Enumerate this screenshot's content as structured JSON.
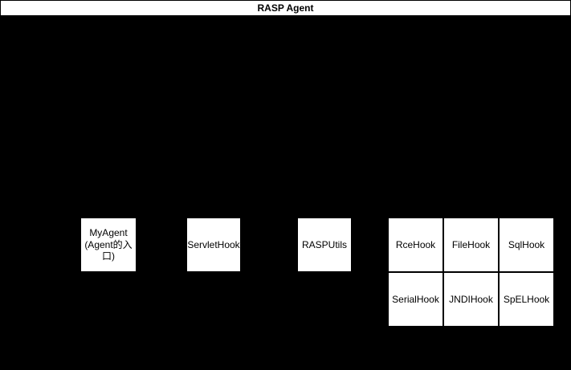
{
  "diagram": {
    "title": "RASP Agent",
    "colors": {
      "background": "#000000",
      "node_fill": "#ffffff",
      "node_stroke": "#000000",
      "text": "#000000"
    },
    "nodes": {
      "my_agent": {
        "lines": [
          "MyAgent",
          "(Agent的入",
          "口)"
        ],
        "full_label": "MyAgent (Agent的入口)"
      },
      "servlet_hook": {
        "label": "ServletHook"
      },
      "rasp_utils": {
        "label": "RASPUtils"
      }
    },
    "hook_grid": {
      "rows": [
        [
          "RceHook",
          "FileHook",
          "SqlHook"
        ],
        [
          "SerialHook",
          "JNDIHook",
          "SpELHook"
        ]
      ]
    }
  }
}
